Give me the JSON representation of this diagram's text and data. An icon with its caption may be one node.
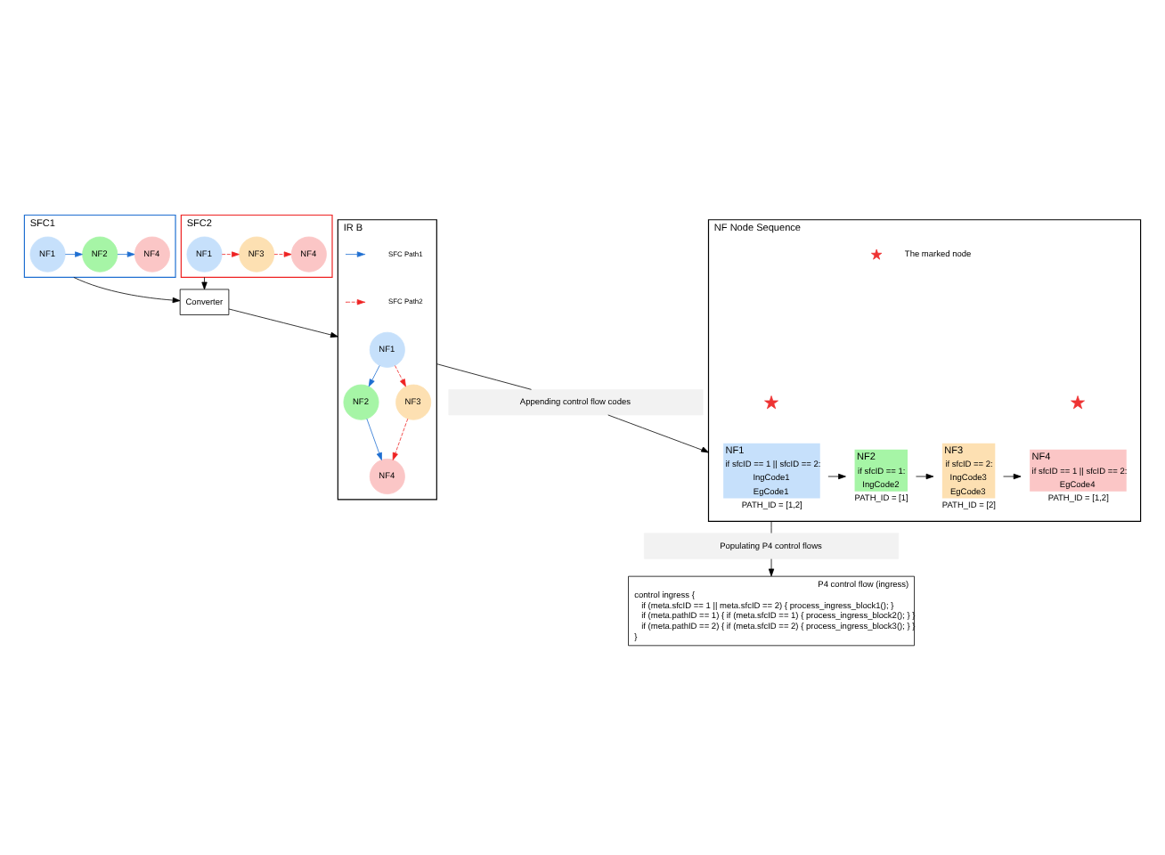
{
  "diagram": {
    "nodes": [
      {
        "text": [
          "SFC1"
        ]
      },
      {
        "text": [
          "NF1"
        ],
        "in": 0
      },
      {
        "text": [
          "NF2"
        ],
        "in": 0
      },
      {
        "text": [
          "NF4"
        ],
        "in": 0
      },
      {
        "text": [
          "SFC2"
        ]
      },
      {
        "text": [
          "NF1"
        ],
        "in": 4
      },
      {
        "text": [
          "NF3"
        ],
        "in": 4
      },
      {
        "text": [
          "NF4"
        ],
        "in": 4
      },
      {
        "text": [
          "Converter"
        ]
      },
      {
        "text": [
          "IR B"
        ]
      },
      {
        "text": [
          "NF1"
        ],
        "in": 9
      },
      {
        "text": [
          "NF2"
        ],
        "in": 9
      },
      {
        "text": [
          "NF3"
        ],
        "in": 9
      },
      {
        "text": [
          "NF4"
        ],
        "in": 9
      },
      {
        "text": [
          "Appending control flow codes"
        ]
      },
      {
        "text": [
          "NF Node Sequence"
        ]
      },
      {
        "text": [
          "NF1",
          "if sfcID == 1 || sfcID == 2:",
          "IngCode1",
          "EgCode1"
        ],
        "in": 15,
        "beside": [
          "PATH_ID = [1,2]"
        ]
      },
      {
        "text": [
          "NF2",
          "if sfcID == 1:",
          "IngCode2"
        ],
        "in": 15,
        "beside": [
          "PATH_ID = [1]"
        ]
      },
      {
        "text": [
          "NF3",
          "if sfcID == 2:",
          "IngCode3",
          "EgCode3"
        ],
        "in": 15,
        "beside": [
          "PATH_ID = [2]"
        ]
      },
      {
        "text": [
          "NF4",
          "if sfcID == 1 || sfcID == 2:",
          "EgCode4"
        ],
        "in": 15,
        "beside": [
          "PATH_ID = [1,2]"
        ]
      },
      {
        "text": [
          "Populating P4 control flows"
        ]
      },
      {
        "text": [
          "P4 control flow (ingress)",
          "control ingress {",
          "if (meta.sfcID == 1 || meta.sfcID == 2) { process_ingress_block1(); }",
          "if (meta.pathID == 1) { if (meta.sfcID == 1) { process_ingress_block2(); } }",
          "if (meta.pathID == 2) { if (meta.sfcID == 2) { process_ingress_block3(); } }",
          "}"
        ]
      },
      {
        "text": [],
        "shape": "star",
        "in": 15
      },
      {
        "text": [],
        "shape": "star",
        "in": 15
      }
    ],
    "edges": [
      {
        "from": 1,
        "to": 2,
        "arrow": "to",
        "color": "#1f6fd1"
      },
      {
        "from": 2,
        "to": 3,
        "arrow": "to",
        "color": "#1f6fd1"
      },
      {
        "from": 5,
        "to": 6,
        "arrow": "to",
        "style": "dashed",
        "color": "#ee2222"
      },
      {
        "from": 6,
        "to": 7,
        "arrow": "to",
        "style": "dashed",
        "color": "#ee2222"
      },
      {
        "from": 0,
        "to": 8,
        "arrow": "to"
      },
      {
        "from": 4,
        "to": 8,
        "arrow": "to"
      },
      {
        "from": 8,
        "to": 9,
        "arrow": "to"
      },
      {
        "from": 10,
        "to": 11,
        "arrow": "to",
        "color": "#1f6fd1"
      },
      {
        "from": 11,
        "to": 13,
        "arrow": "to",
        "color": "#1f6fd1"
      },
      {
        "from": 10,
        "to": 12,
        "arrow": "to",
        "style": "dashed",
        "color": "#ee2222"
      },
      {
        "from": 12,
        "to": 13,
        "arrow": "to",
        "style": "dashed",
        "color": "#ee2222"
      },
      {
        "from": 9,
        "to": 14,
        "arrow": "none"
      },
      {
        "from": 14,
        "to": 15,
        "arrow": "to"
      },
      {
        "from": 16,
        "to": 17,
        "arrow": "to"
      },
      {
        "from": 17,
        "to": 18,
        "arrow": "to"
      },
      {
        "from": 18,
        "to": 19,
        "arrow": "to"
      },
      {
        "from": 15,
        "to": 20,
        "arrow": "none"
      },
      {
        "from": 20,
        "to": 21,
        "arrow": "to"
      }
    ],
    "legend": [
      {
        "text": "SFC Path1"
      },
      {
        "text": "SFC Path2"
      },
      {
        "text": "The marked node"
      }
    ]
  }
}
